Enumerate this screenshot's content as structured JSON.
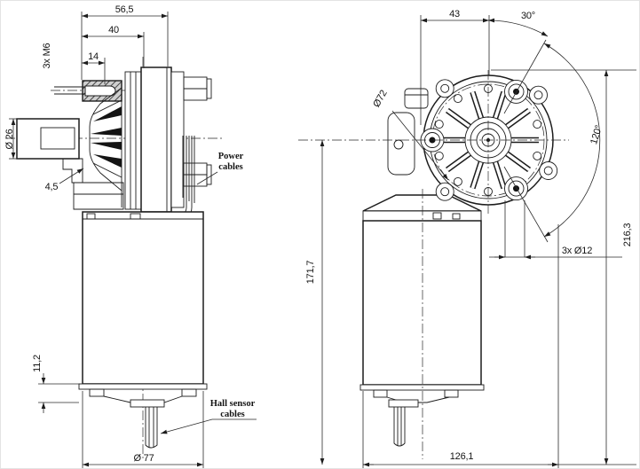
{
  "side_view": {
    "dims": {
      "depth_total": "56,5",
      "depth_gear_face": "40",
      "thread_depth": "14",
      "tapped_holes": "3x M6",
      "shaft_diameter": "Ø 26",
      "flange_offset": "4,5",
      "cap_height": "11,2",
      "motor_diameter": "Ø 77"
    },
    "labels": {
      "power_line1": "Power",
      "power_line2": "cables",
      "hall_line1": "Hall sensor",
      "hall_line2": "cables"
    }
  },
  "front_view": {
    "dims": {
      "axis_offset": "43",
      "angle_top": "30°",
      "bolt_circle": "Ø72",
      "angle_between_holes": "120°",
      "mount_holes": "3x Ø12",
      "height_total": "216,3",
      "motor_height": "171,7",
      "width_total": "126,1"
    }
  },
  "colors": {
    "line": "#1c1c1c",
    "background": "#ffffff"
  }
}
